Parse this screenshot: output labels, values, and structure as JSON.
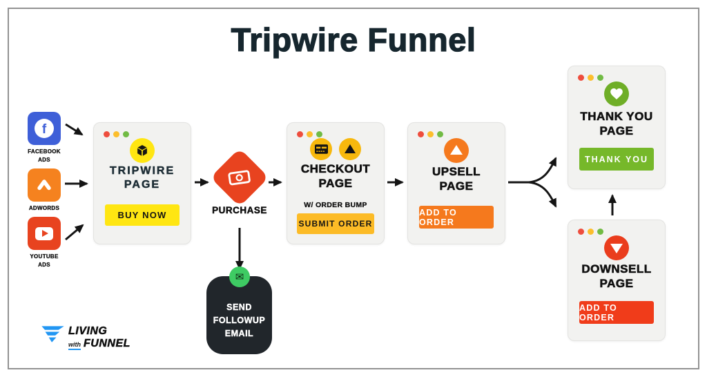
{
  "title": "Tripwire Funnel",
  "sources": {
    "facebook": {
      "line1": "FACEBOOK",
      "line2": "ADS"
    },
    "adwords": {
      "line1": "ADWORDS"
    },
    "youtube": {
      "line1": "YOUTUBE",
      "line2": "ADS"
    }
  },
  "tripwire_page": {
    "line1": "TRIPWIRE",
    "line2": "PAGE",
    "button": "BUY NOW"
  },
  "purchase": {
    "label": "PURCHASE"
  },
  "checkout_page": {
    "line1": "CHECKOUT",
    "line2": "PAGE",
    "subtitle": "W/ ORDER BUMP",
    "button": "SUBMIT ORDER"
  },
  "upsell_page": {
    "line1": "UPSELL",
    "line2": "PAGE",
    "button": "ADD TO ORDER"
  },
  "thank_you_page": {
    "line1": "THANK YOU",
    "line2": "PAGE",
    "button": "THANK YOU"
  },
  "downsell_page": {
    "line1": "DOWNSELL",
    "line2": "PAGE",
    "button": "ADD TO ORDER"
  },
  "followup_email": {
    "line1": "SEND",
    "line2": "FOLLOWUP",
    "line3": "EMAIL"
  },
  "logo": {
    "word1": "LIVING",
    "word2": "with",
    "word3": "FUNNEL"
  },
  "colors": {
    "title_navy": "#16262e",
    "card_bg": "#f2f2f0",
    "yellow": "#ffe612",
    "amber": "#f7b80d",
    "orange": "#f5791d",
    "red": "#e8431f",
    "green": "#6fae27",
    "facebook_blue": "#3e5fd8",
    "email_green": "#3ecb63",
    "email_dark": "#21262b",
    "logo_blue": "#2196f3"
  }
}
